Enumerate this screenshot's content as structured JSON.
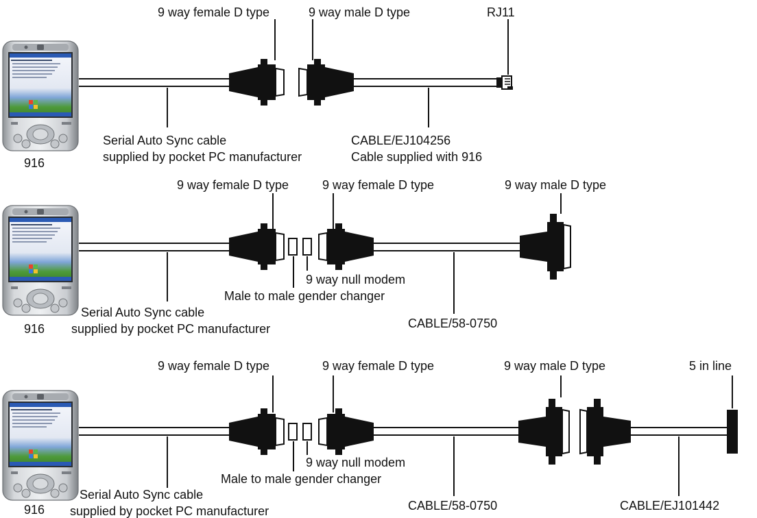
{
  "rows": [
    {
      "device": "916",
      "labels": {
        "female": "9 way female D type",
        "male": "9 way male D type",
        "end": "RJ11",
        "sync1": "Serial Auto Sync cable",
        "sync2": "supplied by pocket PC manufacturer",
        "cable1": "CABLE/EJ104256",
        "cable2": "Cable supplied with 916"
      }
    },
    {
      "device": "916",
      "labels": {
        "female1": "9 way female D type",
        "female2": "9 way female D type",
        "male": "9 way male D type",
        "nullmodem": "9 way null modem",
        "gender": "Male to male gender changer",
        "sync1": "Serial Auto Sync cable",
        "sync2": "supplied by pocket PC manufacturer",
        "cable": "CABLE/58-0750"
      }
    },
    {
      "device": "916",
      "labels": {
        "female1": "9 way female D type",
        "female2": "9 way female D type",
        "male": "9 way male D type",
        "end": "5 in line",
        "nullmodem": "9 way null modem",
        "gender": "Male to male gender changer",
        "sync1": "Serial Auto Sync cable",
        "sync2": "supplied by pocket PC manufacturer",
        "cable1": "CABLE/58-0750",
        "cable2": "CABLE/EJ101442"
      }
    }
  ]
}
